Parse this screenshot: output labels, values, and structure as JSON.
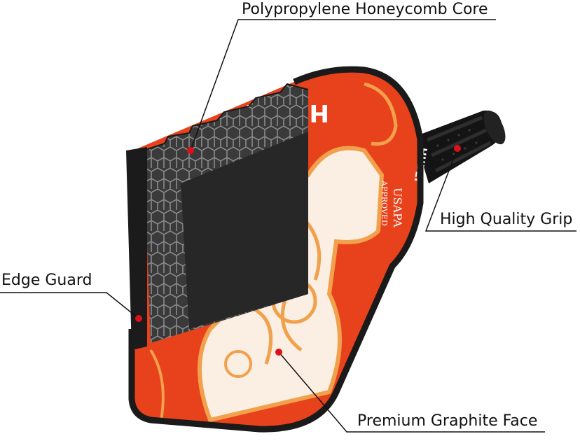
{
  "labels": {
    "core": "Polypropylene Honeycomb Core",
    "grip": "High Quality Grip",
    "edge": "Edge Guard",
    "face": "Premium Graphite Face"
  },
  "paddle_text": {
    "brand": "HUDEF",
    "face_logo": "HUDEF",
    "approval_line1": "USAPA",
    "approval_line2": "APPROVED"
  },
  "colors": {
    "face": "#e8421c",
    "face_dark": "#c93210",
    "ornament": "#f1a04c",
    "edge_guard": "#1a1a1a",
    "honeycomb": "#2b2b2b",
    "marker": "#e0101a"
  },
  "icons": [
    "callout-marker-icon"
  ]
}
